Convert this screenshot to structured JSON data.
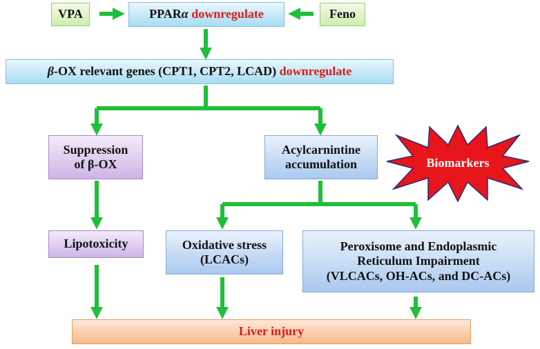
{
  "nodes": {
    "vpa": "VPA",
    "feno": "Feno",
    "ppar_prefix": "PPAR",
    "ppar_alpha": "α",
    "ppar_effect": "downregulate",
    "beta_ox_symbol": "β",
    "beta_ox_text": "-OX relevant genes (CPT1, CPT2, LCAD)",
    "beta_ox_effect": "downregulate",
    "suppression_line1": "Suppression",
    "suppression_line2": "of β-OX",
    "acyl_line1": "Acylcarnintine",
    "acyl_line2": "accumulation",
    "biomarkers": "Biomarkers",
    "lipotoxicity": "Lipotoxicity",
    "oxidative_line1": "Oxidative stress",
    "oxidative_line2": "(LCACs)",
    "perox_line1": "Peroxisome and Endoplasmic",
    "perox_line2": "Reticulum Impairment",
    "perox_line3": "(VLCACs, OH-ACs, and DC-ACs)",
    "liver_injury": "Liver injury"
  },
  "colors": {
    "arrow": "#1fbf3a",
    "highlight": "#d81e1e",
    "starburst": "#e8151a"
  }
}
